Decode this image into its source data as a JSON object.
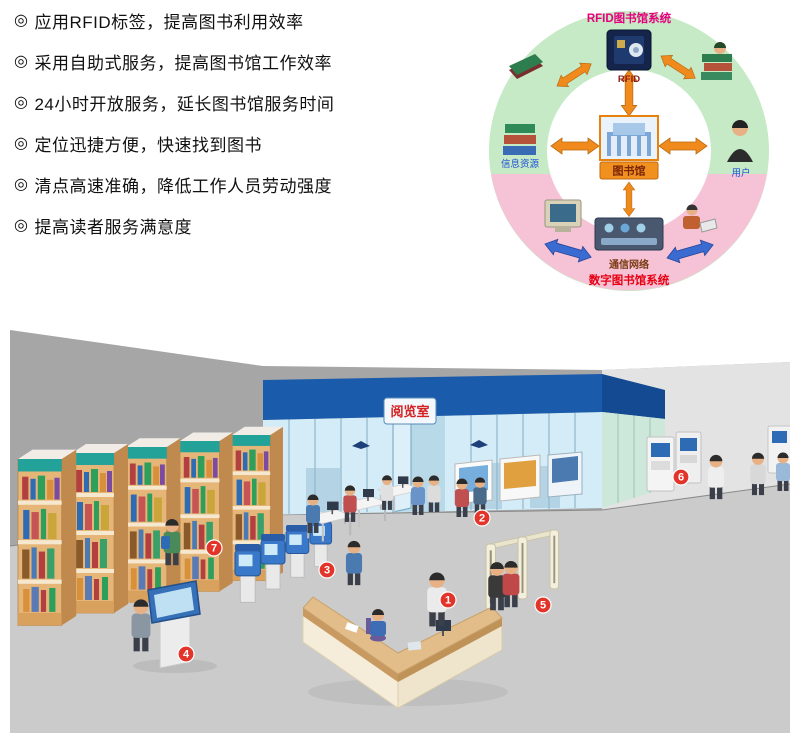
{
  "features": {
    "bullet": "◎",
    "items": [
      "应用RFID标签，提高图书利用效率",
      "采用自助式服务，提高图书馆工作效率",
      "24小时开放服务，延长图书馆服务时间",
      "定位迅捷方便，快速找到图书",
      "清点高速准确，降低工作人员劳动强度",
      "提高读者服务满意度"
    ]
  },
  "diagram": {
    "title": "RFID图书馆系统",
    "rfid_label": "RFID",
    "center_label": "图书馆",
    "left_label": "信息资源",
    "right_label": "用户",
    "network_label": "通信网络",
    "digital_label": "数字图书馆系统",
    "colors": {
      "ring_top": "#c6e9c6",
      "ring_bottom": "#f6c3d6",
      "arrow_orange": "#f08a1d",
      "arrow_blue": "#3a6bd0",
      "title_magenta": "#e6007e",
      "digital_red": "#e60012"
    }
  },
  "scene": {
    "sign": "阅览室",
    "markers": [
      "1",
      "2",
      "3",
      "4",
      "5",
      "6",
      "7"
    ]
  }
}
